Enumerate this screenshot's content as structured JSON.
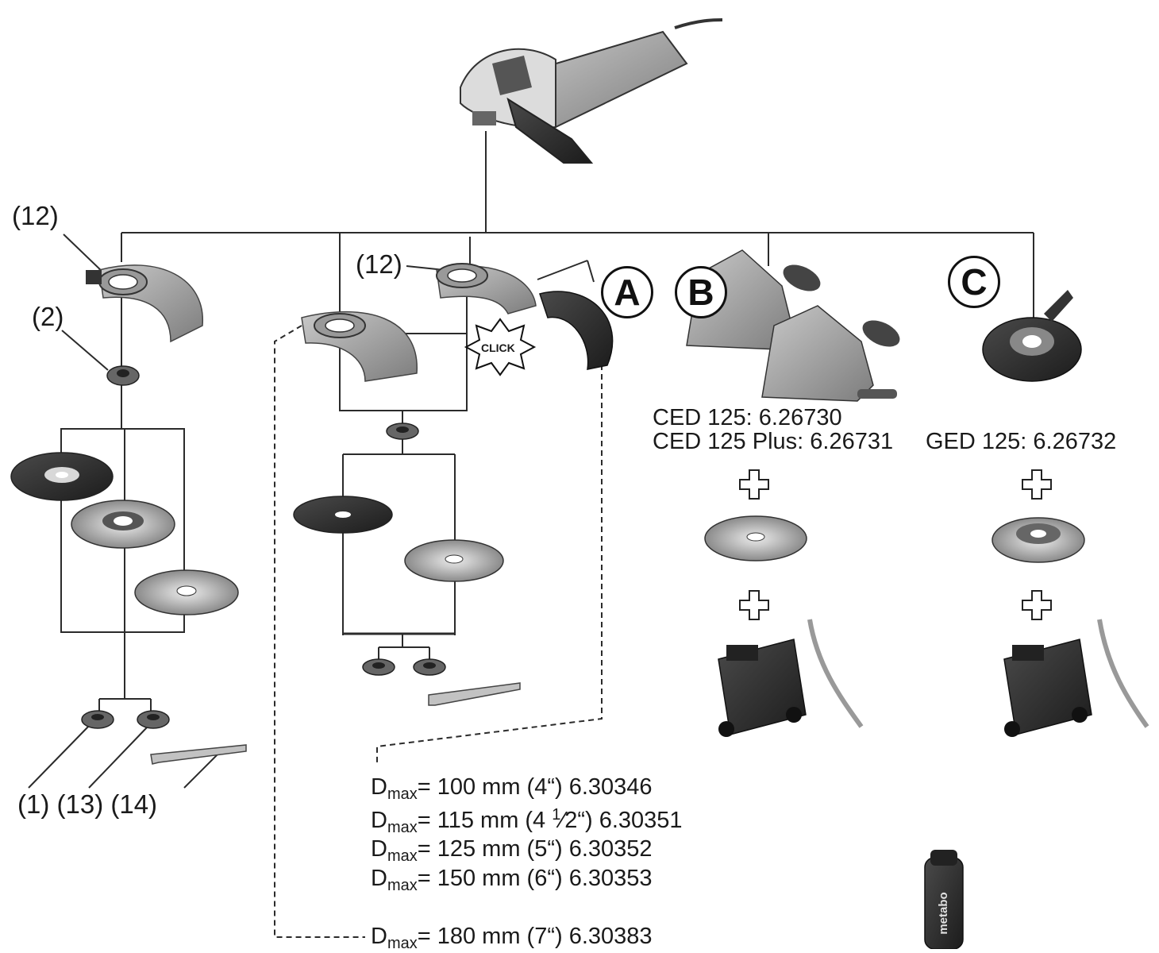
{
  "labels": {
    "guard_left": "(12)",
    "guard_middle": "(12)",
    "flange_top": "(2)",
    "bottom_parts": "(1) (13) (14)",
    "click": "CLICK"
  },
  "circled": {
    "a": "A",
    "b": "B",
    "c": "C"
  },
  "models": {
    "ced125": "CED 125: 6.26730",
    "ced125plus": "CED 125 Plus: 6.26731",
    "ged125": "GED 125: 6.26732"
  },
  "dmax": {
    "symbol": "D",
    "subscript": "max",
    "rows": [
      {
        "pre": "= 100 mm (4“) 6.30346"
      },
      {
        "pre": "= 115 mm (4 ",
        "sup": "1",
        "post": "⁄2“) 6.30351"
      },
      {
        "pre": "= 125 mm (5“) 6.30352"
      },
      {
        "pre": "= 150 mm (6“) 6.30353"
      },
      {
        "pre": "= 180 mm (7“) 6.30383"
      }
    ]
  },
  "handle_brand": "metabo",
  "colors": {
    "line": "#2b2b2b",
    "metal": "#b9b9b9",
    "dark": "#2e2e2e"
  }
}
